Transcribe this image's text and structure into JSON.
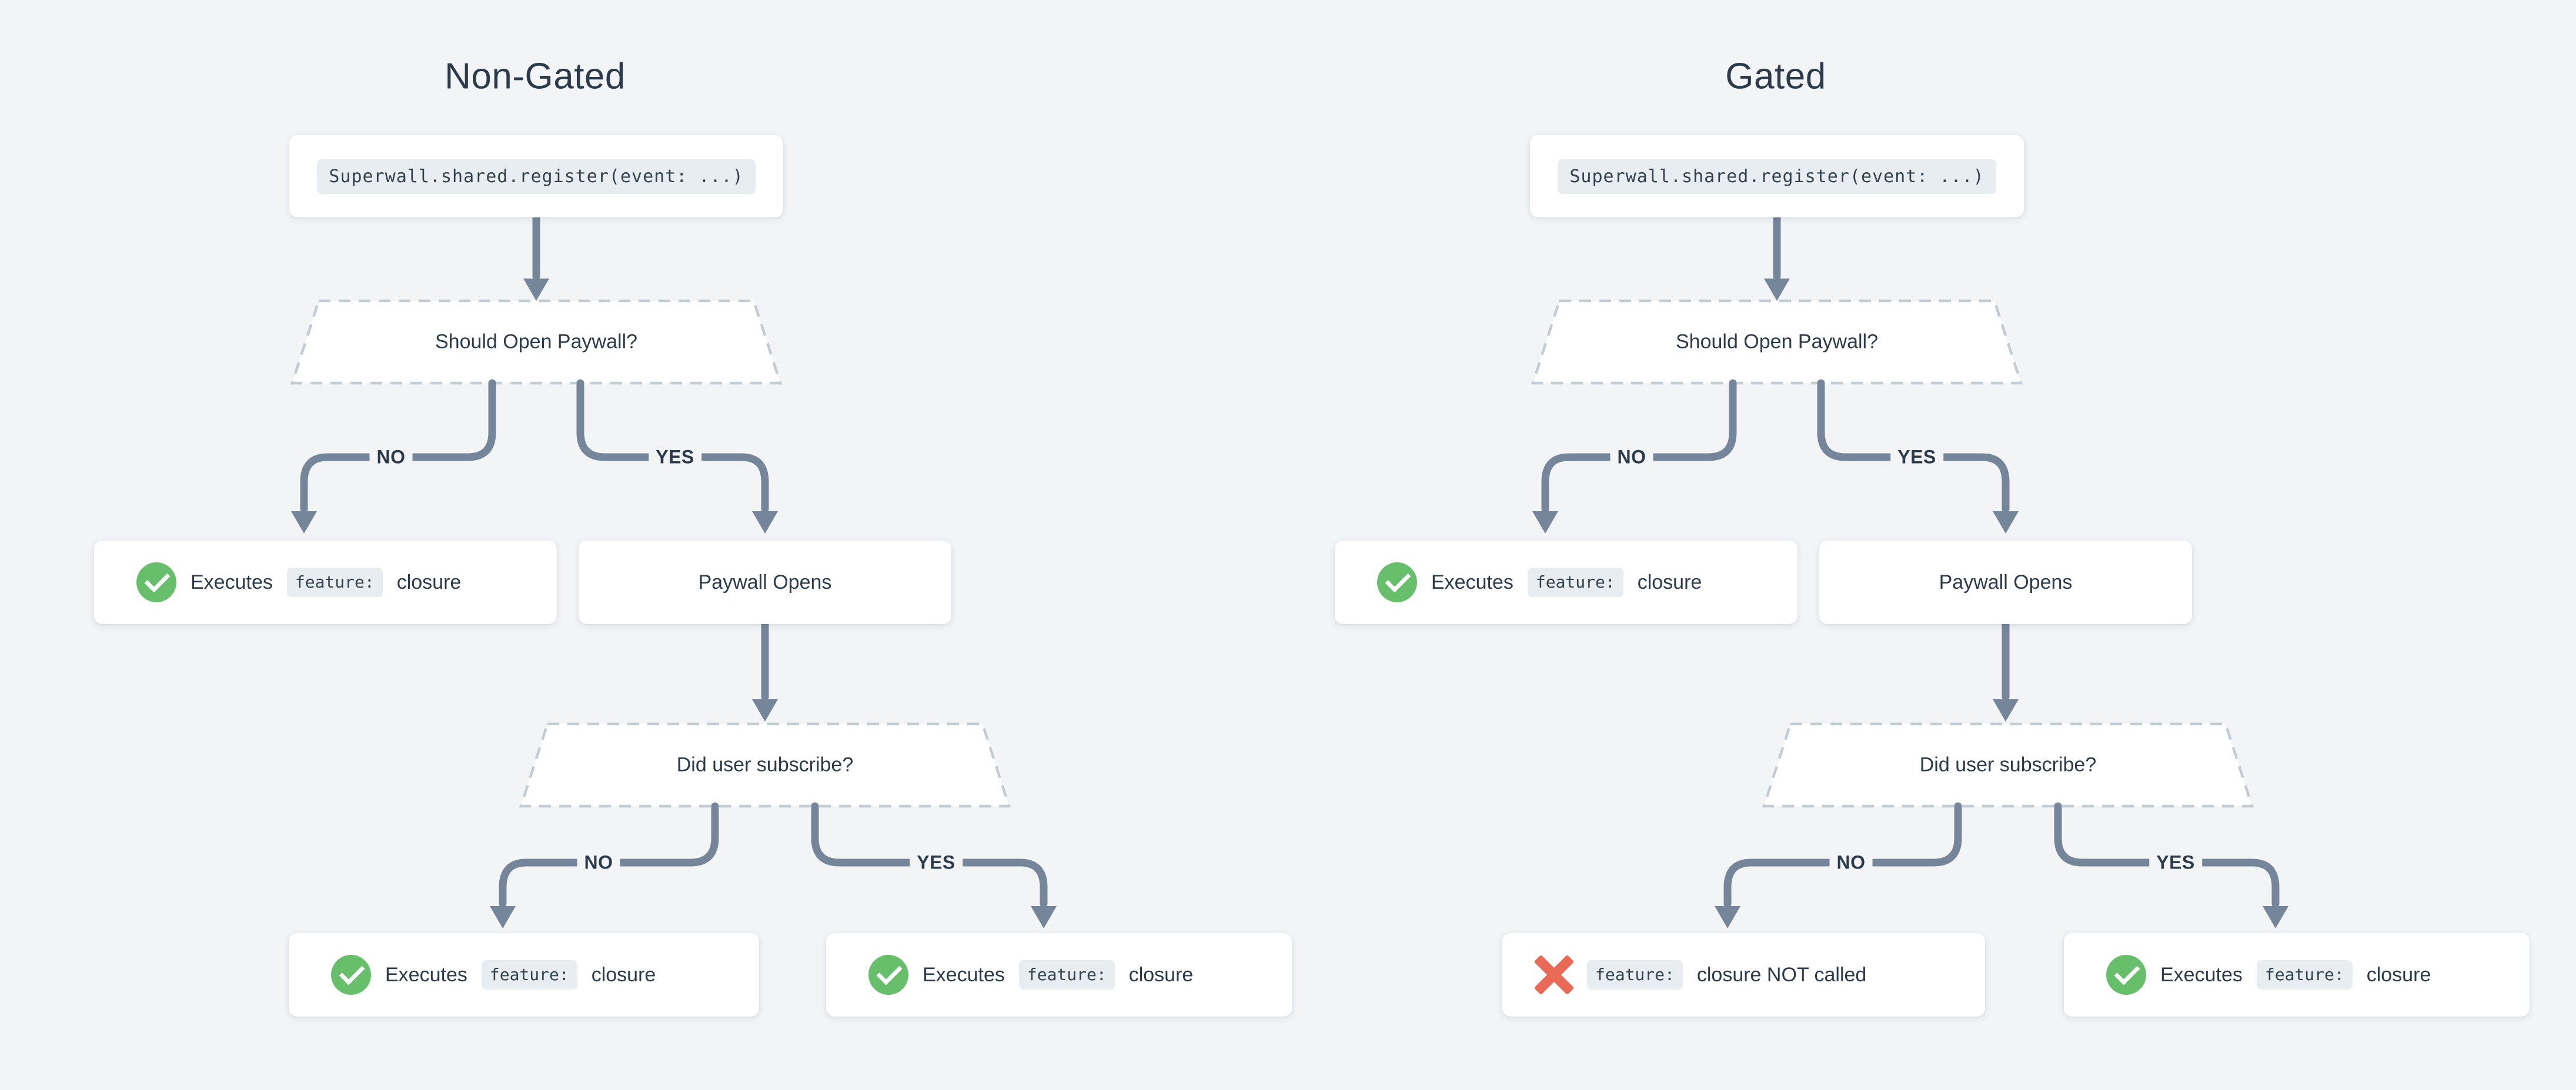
{
  "colors": {
    "background": "#f2f4f6",
    "connector": "#76869a",
    "dashed_border": "#c2ccd5",
    "text": "#2b3b4b",
    "code_chip_background": "#e8edf2",
    "success_green": "#68bf6b",
    "error_red": "#e96a56"
  },
  "flows": [
    {
      "title": "Non-Gated",
      "code": "Superwall.shared.register(event: ...)",
      "decision_paywall": "Should Open Paywall?",
      "labels": {
        "no": "NO",
        "yes": "YES"
      },
      "branch_no": {
        "icon": "check-circle-icon",
        "prefix": "Executes",
        "code": "feature:",
        "suffix": "closure"
      },
      "paywall_opens": "Paywall Opens",
      "decision_subscribe": "Did user subscribe?",
      "subscribe_no": {
        "icon": "check-circle-icon",
        "prefix": "Executes",
        "code": "feature:",
        "suffix": "closure"
      },
      "subscribe_yes": {
        "icon": "check-circle-icon",
        "prefix": "Executes",
        "code": "feature:",
        "suffix": "closure"
      }
    },
    {
      "title": "Gated",
      "code": "Superwall.shared.register(event: ...)",
      "decision_paywall": "Should Open Paywall?",
      "labels": {
        "no": "NO",
        "yes": "YES"
      },
      "branch_no": {
        "icon": "check-circle-icon",
        "prefix": "Executes",
        "code": "feature:",
        "suffix": "closure"
      },
      "paywall_opens": "Paywall Opens",
      "decision_subscribe": "Did user subscribe?",
      "subscribe_no": {
        "icon": "cross-mark-icon",
        "prefix": "",
        "code": "feature:",
        "suffix": "closure NOT called"
      },
      "subscribe_yes": {
        "icon": "check-circle-icon",
        "prefix": "Executes",
        "code": "feature:",
        "suffix": "closure"
      }
    }
  ]
}
